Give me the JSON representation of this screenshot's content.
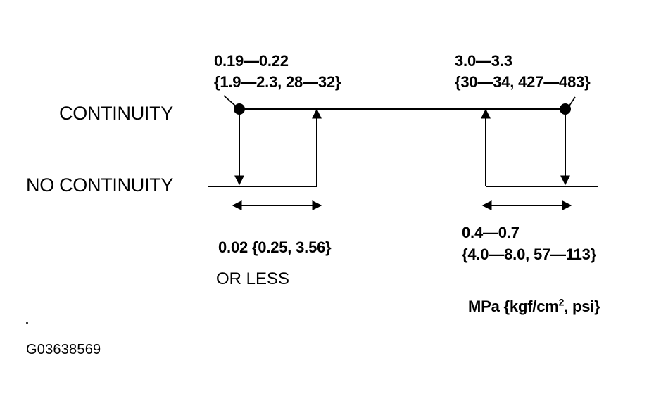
{
  "states": {
    "continuity": "CONTINUITY",
    "no_continuity": "NO CONTINUITY"
  },
  "low_switch": {
    "on_range_line1": "0.19—0.22",
    "on_range_line2": "{1.9—2.3, 28—32}",
    "hysteresis_line1": "0.02 {0.25, 3.56}",
    "hysteresis_line2": "OR LESS"
  },
  "high_switch": {
    "off_range_line1": "3.0—3.3",
    "off_range_line2": "{30—34, 427—483}",
    "hysteresis_line1": "0.4—0.7",
    "hysteresis_line2": "{4.0—8.0, 57—113}"
  },
  "units": {
    "prefix": "MPa {kgf/cm",
    "superscript": "2",
    "suffix": ", psi}"
  },
  "figure_code": "G03638569",
  "colors": {
    "ink": "#000000",
    "background": "#ffffff"
  }
}
